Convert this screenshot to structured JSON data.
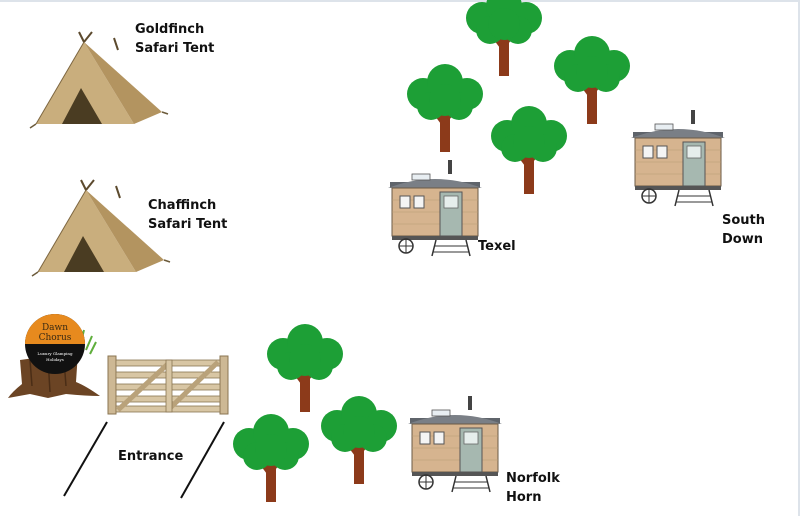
{
  "map": {
    "labels": {
      "goldfinch_line1": "Goldfinch",
      "goldfinch_line2": "Safari Tent",
      "chaffinch_line1": "Chaffinch",
      "chaffinch_line2": "Safari Tent",
      "texel": "Texel",
      "south_down_line1": "South",
      "south_down_line2": "Down",
      "norfolk_horn_line1": "Norfolk",
      "norfolk_horn_line2": "Horn",
      "entrance": "Entrance"
    },
    "logo": {
      "line1": "Dawn",
      "line2": "Chorus",
      "line3": "Luxury Glamping",
      "line4": "Holidays"
    },
    "colors": {
      "tree_foliage": "#1d9f36",
      "tree_trunk": "#8c3a1a",
      "tent_canvas": "#c9ae7d",
      "hut_wood": "#d6b48f",
      "hut_roof": "#7a7f86",
      "hut_door": "#a6b8b0",
      "gate_wood": "#d8c6a4"
    },
    "icons": [
      "tent-icon",
      "tree-icon",
      "shepherd-hut-icon",
      "gate-icon",
      "dawn-chorus-logo"
    ]
  }
}
